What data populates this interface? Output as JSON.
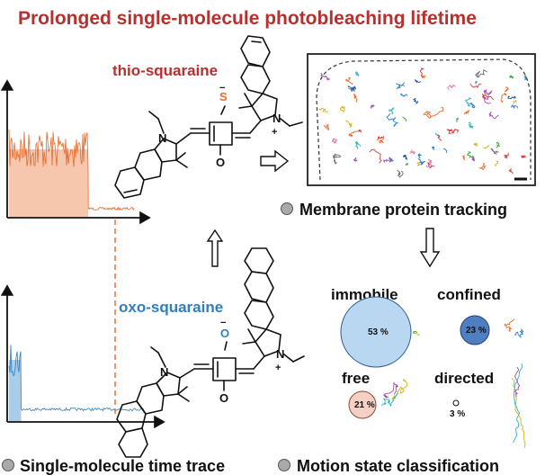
{
  "title": "Prolonged single-molecule photobleaching lifetime",
  "molecules": {
    "thio": {
      "name": "thio-squaraine",
      "heteroatom": "S",
      "color": "#b5302f",
      "accent": "#e8692a"
    },
    "oxo": {
      "name": "oxo-squaraine",
      "heteroatom": "O",
      "color": "#2f7fc0",
      "accent": "#2f7fc0"
    },
    "carbonyl": "O",
    "nitrogen": "N",
    "plus": "+",
    "minus": "−"
  },
  "captions": {
    "tracking": "Membrane protein tracking",
    "time_trace": "Single-molecule time trace",
    "motion": "Motion state classification"
  },
  "traces": {
    "orange": {
      "color": "#e8692a",
      "fill": "#f6c7ad",
      "bleach_fraction": 0.63
    },
    "blue": {
      "color": "#2f7fc0",
      "fill": "#a9cde9",
      "bleach_fraction": 0.09
    }
  },
  "states": [
    {
      "name": "immobile",
      "percent": "53 %",
      "fill": "#b9d7f0"
    },
    {
      "name": "confined",
      "percent": "23 %",
      "fill": "#4f7fc0"
    },
    {
      "name": "free",
      "percent": "21 %",
      "fill": "#f6d0c2"
    },
    {
      "name": "directed",
      "percent": "3 %",
      "fill": "#ffffff"
    }
  ],
  "track_colors": [
    "#e8692a",
    "#2f7fc0",
    "#3aa53a",
    "#9b4fb0",
    "#d4b21a",
    "#27b3c4",
    "#d43b3b",
    "#6b6b6b",
    "#1f4fa0",
    "#e07bb0"
  ]
}
